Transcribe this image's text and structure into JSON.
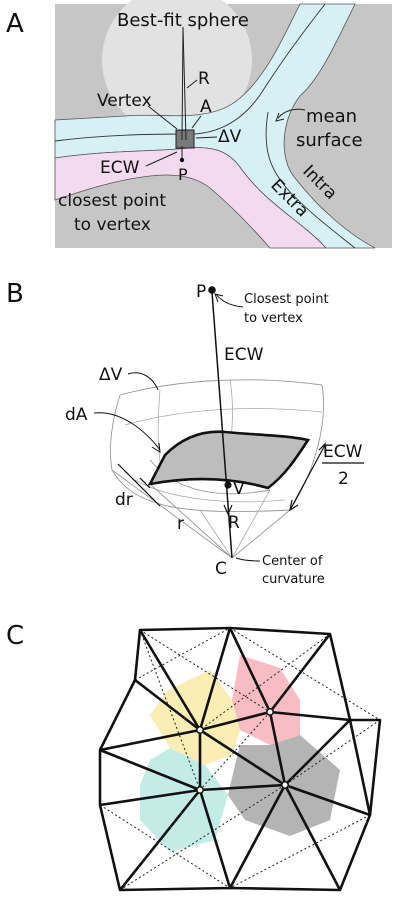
{
  "panel_a": {
    "letter": "A",
    "best_fit_sphere": "Best-fit sphere",
    "r_label": "R",
    "vertex": "Vertex",
    "a_label": "A",
    "delta_v": "ΔV",
    "mean_surface_1": "mean",
    "mean_surface_2": "surface",
    "ecw": "ECW",
    "p_label": "P",
    "closest_1": "closest point",
    "closest_2": "to vertex",
    "intra": "Intra",
    "extra": "Extra"
  },
  "panel_b": {
    "letter": "B",
    "p_label": "P",
    "closest_1": "Closest point",
    "closest_2": "to vertex",
    "ecw": "ECW",
    "delta_v": "ΔV",
    "da": "dA",
    "ecw_half_num": "ECW",
    "ecw_half_den": "2",
    "v_label": "V",
    "dr": "dr",
    "r_small": "r",
    "r_big": "R",
    "c_label": "C",
    "center_1": "Center of",
    "center_2": "curvature"
  },
  "panel_c": {
    "letter": "C"
  },
  "colors": {
    "background_gray": "#c6c6c6",
    "sphere": "#e2e2e2",
    "intra_band": "#d6f0f4",
    "extra_band": "#f4daef",
    "patch": "#b8b8b8",
    "red": "#f8bcc2",
    "yellow": "#fbedb4",
    "cyan": "#c3ece6",
    "gray": "#b4b4b4"
  }
}
